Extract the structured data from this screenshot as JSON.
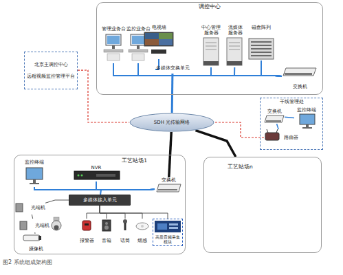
{
  "diagram": {
    "caption": "图2 系统组成架构图",
    "nodes": [
      {
        "text": [
          "调控中心"
        ]
      },
      {
        "text": [
          "管理业务台"
        ],
        "in": 0
      },
      {
        "text": [
          "监控业务台"
        ],
        "in": 0
      },
      {
        "text": [
          "电视墙"
        ],
        "in": 0
      },
      {
        "text": [
          "中心管理服务器"
        ],
        "in": 0
      },
      {
        "text": [
          "流媒体服务器"
        ],
        "in": 0
      },
      {
        "text": [
          "磁盘阵列"
        ],
        "in": 0
      },
      {
        "text": [
          "多媒体交换单元"
        ],
        "in": 0
      },
      {
        "text": [
          "交换机"
        ],
        "in": 0
      },
      {
        "text": [
          "北京主调控中心",
          "远程视频监控管理平台"
        ]
      },
      {
        "text": [
          "SDH 光传输网络"
        ]
      },
      {
        "text": [
          "干线管理处"
        ]
      },
      {
        "text": [
          "交换机"
        ],
        "in": 11
      },
      {
        "text": [
          "监控终端"
        ],
        "in": 11
      },
      {
        "text": [
          "路由器"
        ],
        "in": 11
      },
      {
        "text": [
          "工艺站场1"
        ]
      },
      {
        "text": [
          "监控终端"
        ],
        "in": 15
      },
      {
        "text": [
          "NVR"
        ],
        "in": 15
      },
      {
        "text": [
          "交换机"
        ],
        "in": 15
      },
      {
        "text": [
          "多媒体接入单元"
        ],
        "in": 15
      },
      {
        "text": [
          "光端机"
        ],
        "in": 15
      },
      {
        "text": [
          "光端机"
        ],
        "in": 15
      },
      {
        "text": [
          "摄像机"
        ],
        "in": 15
      },
      {
        "text": [
          "报警器"
        ],
        "in": 15
      },
      {
        "text": [
          "音箱"
        ],
        "in": 15
      },
      {
        "text": [
          "话筒"
        ],
        "in": 15
      },
      {
        "text": [
          "烟感"
        ],
        "in": 15
      },
      {
        "text": [
          "高质音频采集模块"
        ],
        "in": 15
      },
      {
        "text": [
          "工艺站场n"
        ]
      }
    ],
    "edges": [
      {
        "from": 1,
        "to": 8,
        "arrow": "none"
      },
      {
        "from": 2,
        "to": 8,
        "arrow": "none"
      },
      {
        "from": 3,
        "to": 7,
        "arrow": "none"
      },
      {
        "from": 4,
        "to": 8,
        "arrow": "none"
      },
      {
        "from": 5,
        "to": 8,
        "arrow": "none"
      },
      {
        "from": 6,
        "to": 8,
        "arrow": "none"
      },
      {
        "from": 7,
        "to": 8,
        "arrow": "none"
      },
      {
        "from": 7,
        "to": 10,
        "arrow": "none"
      },
      {
        "from": 9,
        "to": 10,
        "arrow": "none"
      },
      {
        "from": 12,
        "to": 13,
        "arrow": "none"
      },
      {
        "from": 12,
        "to": 14,
        "arrow": "none"
      },
      {
        "from": 14,
        "to": 10,
        "arrow": "none"
      },
      {
        "from": 10,
        "to": 18,
        "arrow": "none"
      },
      {
        "from": 10,
        "to": 28,
        "arrow": "none"
      },
      {
        "from": 16,
        "to": 18,
        "arrow": "none"
      },
      {
        "from": 17,
        "to": 18,
        "arrow": "none"
      },
      {
        "from": 19,
        "to": 18,
        "arrow": "none"
      },
      {
        "from": 19,
        "to": 20,
        "arrow": "none"
      },
      {
        "from": 20,
        "to": 21,
        "arrow": "none"
      },
      {
        "from": 21,
        "to": 22,
        "arrow": "none"
      },
      {
        "from": 19,
        "to": 23,
        "arrow": "none"
      },
      {
        "from": 19,
        "to": 24,
        "arrow": "none"
      },
      {
        "from": 19,
        "to": 25,
        "arrow": "none"
      },
      {
        "from": 19,
        "to": 26,
        "arrow": "none"
      },
      {
        "from": 19,
        "to": 27,
        "arrow": "none"
      }
    ]
  }
}
